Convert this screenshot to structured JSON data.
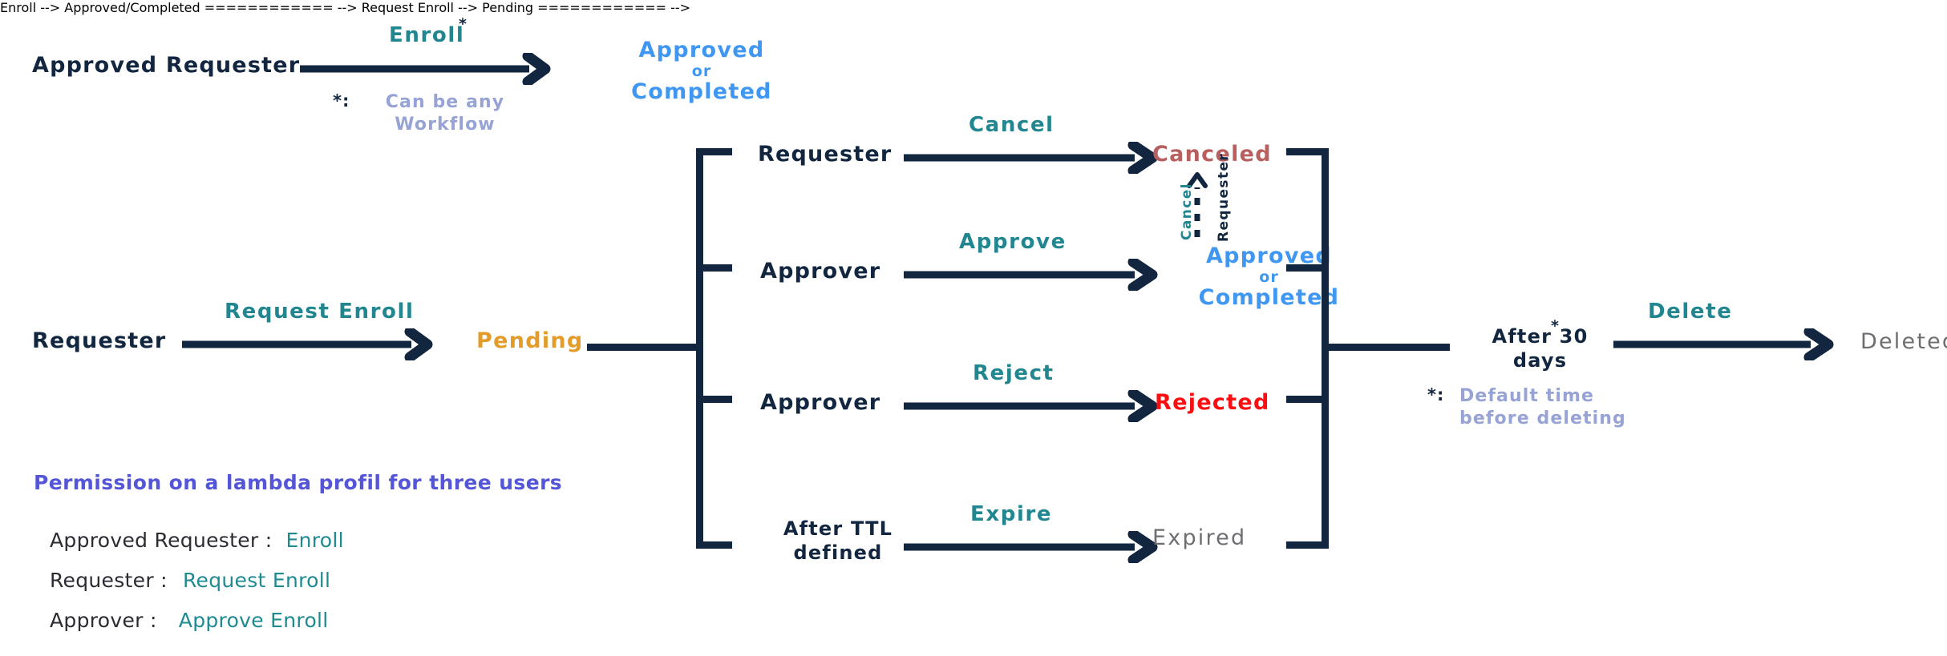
{
  "diagram": {
    "title_row": {
      "actor": "Approved Requester",
      "action": "Enroll",
      "action_star": "*",
      "footnote_star": "*:",
      "footnote_line1": "Can be any",
      "footnote_line2": "Workflow",
      "state_line1": "Approved",
      "state_or": "or",
      "state_line2": "Completed"
    },
    "request_row": {
      "actor": "Requester",
      "action": "Request Enroll",
      "state": "Pending"
    },
    "branches": [
      {
        "actor": "Requester",
        "action": "Cancel",
        "state": "Canceled",
        "state_type": "canceled"
      },
      {
        "actor": "Approver",
        "action": "Approve",
        "state_line1": "Approved",
        "state_or": "or",
        "state_line2": "Completed",
        "state_type": "approved"
      },
      {
        "actor": "Approver",
        "action": "Reject",
        "state": "Rejected",
        "state_type": "rejected"
      },
      {
        "actor_line1": "After TTL",
        "actor_line2": "defined",
        "action": "Expire",
        "state": "Expired",
        "state_type": "expired"
      }
    ],
    "loopback": {
      "action": "Cancel",
      "actor": "Requester"
    },
    "delete_row": {
      "condition_line1": "After 30",
      "condition_star": "*",
      "condition_line2": "days",
      "footnote_star": "*:",
      "footnote_line1": "Default time",
      "footnote_line2": "before deleting",
      "action": "Delete",
      "state": "Deleted"
    }
  },
  "legend": {
    "title": "Permission on a lambda profil for three users",
    "items": [
      {
        "role": "Approved Requester :",
        "permission": "Enroll"
      },
      {
        "role": "Requester :",
        "permission": "Request Enroll"
      },
      {
        "role": "Approver :",
        "permission": "Approve Enroll"
      }
    ]
  },
  "colors": {
    "ink": "#12263f",
    "teal": "#21868f",
    "blue": "#3f97f2",
    "canceled": "#b95f60",
    "rejected": "#fb0d10",
    "pending": "#e39b29",
    "muted_gray": "#6d6e71",
    "footnote": "#97a3d4",
    "legend_title": "#5555d8",
    "legend_perm": "#1f8a90"
  }
}
